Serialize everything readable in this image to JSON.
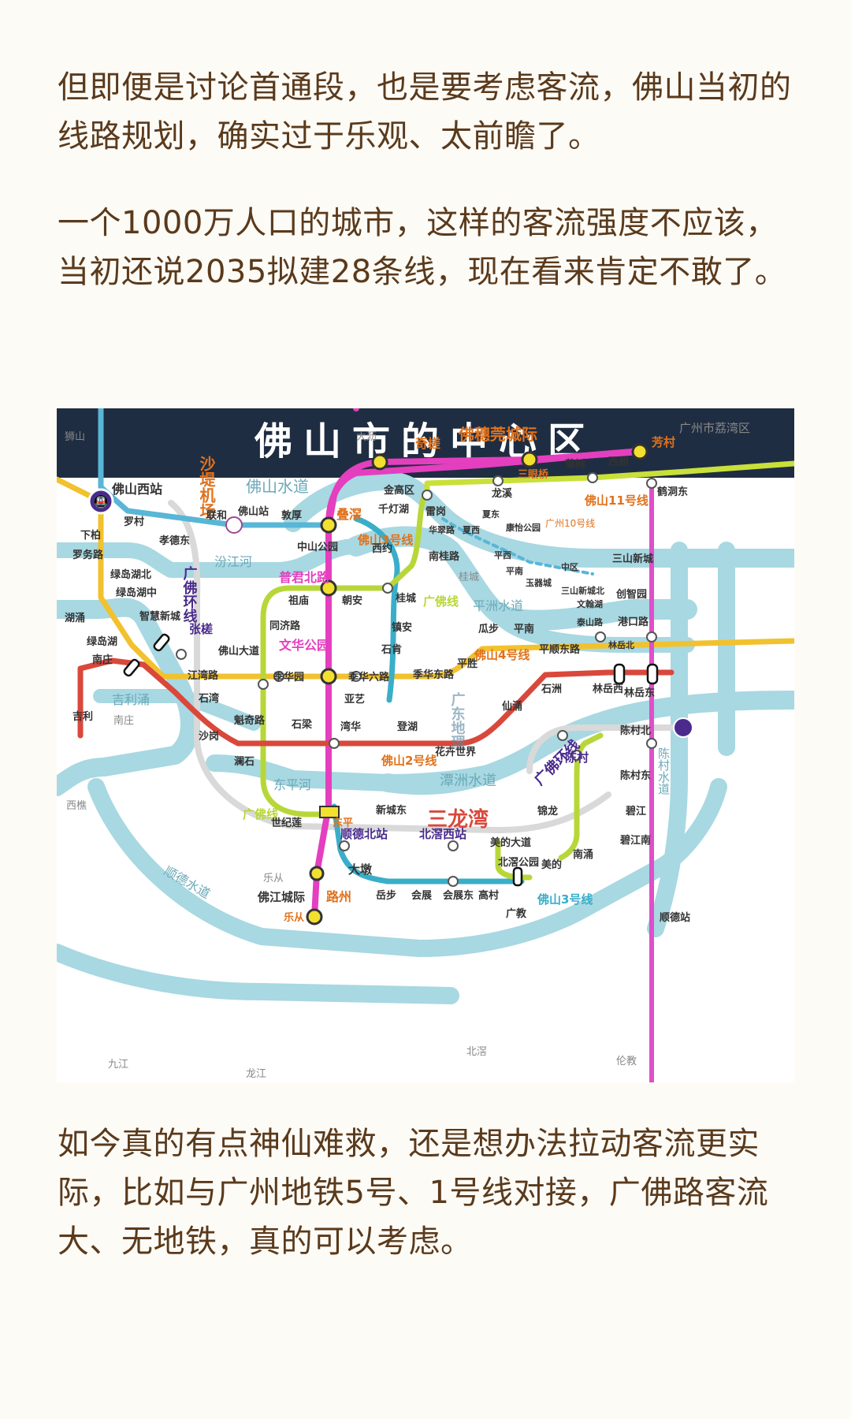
{
  "article": {
    "paragraph_1": "但即便是讨论首通段，也是要考虑客流，佛山当初的线路规划，确实过于乐观、太前瞻了。",
    "paragraph_2": "一个1000万人口的城市，这样的客流强度不应该，当初还说2035拟建28条线，现在看来肯定不敢了。",
    "paragraph_3": "如今真的有点神仙难救，还是想办法拉动客流更实际，比如与广州地铁5号、1号线对接，广佛路客流大、无地铁，真的可以考虑。"
  },
  "map": {
    "title": "佛山市的中心区",
    "colors": {
      "header": "#1f2d42",
      "water": "#a8d8e2",
      "foshan3": "#e43fbf",
      "guangfo": "#b7d739",
      "foshan2": "#d9483b",
      "foshan4": "#f2c12e",
      "guangfo_ring": "#3aaec9",
      "foshan11": "#c9e03a",
      "foshan1": "#58b6d6",
      "intercity": "#de4fc9",
      "line10": "#c59bd8",
      "region_text": "#888888",
      "water_text": "#6aa9b8",
      "label_orange": "#e0721c"
    },
    "line_labels": [
      {
        "id": "shadi",
        "text": "沙堤机场",
        "style": "orange"
      },
      {
        "id": "fs-water",
        "text": "佛山水道",
        "style": "water"
      },
      {
        "id": "fushui",
        "text": "佛穗莞城际",
        "style": "orange"
      },
      {
        "id": "fs11",
        "text": "佛山11号线",
        "style": "orange"
      },
      {
        "id": "gz10",
        "text": "广州10号线",
        "style": "orange-small"
      },
      {
        "id": "fs3a",
        "text": "佛山3号线",
        "style": "orange"
      },
      {
        "id": "fs3b",
        "text": "佛山3号线",
        "style": "orange"
      },
      {
        "id": "gfx1",
        "text": "广佛线",
        "style": "orange"
      },
      {
        "id": "gfx2",
        "text": "广佛线",
        "style": "orange"
      },
      {
        "id": "gfhx1",
        "text": "广佛环线",
        "style": "purple"
      },
      {
        "id": "gfhx2",
        "text": "广佛环线",
        "style": "purple"
      },
      {
        "id": "fs4",
        "text": "佛山4号线",
        "style": "orange"
      },
      {
        "id": "fs2",
        "text": "佛山2号线",
        "style": "orange"
      },
      {
        "id": "fengjiang",
        "text": "汾江河",
        "style": "water"
      },
      {
        "id": "pingzhou",
        "text": "平洲水道",
        "style": "water"
      },
      {
        "id": "tanzhou",
        "text": "潭洲水道",
        "style": "water"
      },
      {
        "id": "jiliyong",
        "text": "吉利涌",
        "style": "water"
      },
      {
        "id": "dongping",
        "text": "东平河",
        "style": "water"
      },
      {
        "id": "shunde-water",
        "text": "顺德水道",
        "style": "water"
      },
      {
        "id": "chencun-water",
        "text": "陈村水道",
        "style": "water"
      },
      {
        "id": "gd-geo",
        "text": "广东地理",
        "style": "watermark"
      },
      {
        "id": "slw",
        "text": "三龙湾",
        "style": "red-big"
      }
    ],
    "regions": [
      {
        "id": "shishan",
        "text": "狮山"
      },
      {
        "id": "dali",
        "text": "大沥"
      },
      {
        "id": "liwan",
        "text": "广州市荔湾区"
      },
      {
        "id": "guicheng",
        "text": "桂城"
      },
      {
        "id": "nanzhuang",
        "text": "南庄"
      },
      {
        "id": "xiqiao",
        "text": "西樵"
      },
      {
        "id": "lecong",
        "text": "乐从"
      },
      {
        "id": "jiujiang",
        "text": "九江"
      },
      {
        "id": "longjiang",
        "text": "龙江"
      },
      {
        "id": "beijiao",
        "text": "北滘"
      },
      {
        "id": "lunjiao",
        "text": "伦教"
      }
    ],
    "stations": [
      {
        "id": "fsxz",
        "text": "佛山西站"
      },
      {
        "id": "luocun",
        "text": "罗村"
      },
      {
        "id": "xiaode",
        "text": "孝德东"
      },
      {
        "id": "xiabai",
        "text": "下柏"
      },
      {
        "id": "luowu",
        "text": "罗务路"
      },
      {
        "id": "lianhe",
        "text": "联和"
      },
      {
        "id": "fsz",
        "text": "佛山站"
      },
      {
        "id": "dunhou",
        "text": "敦厚"
      },
      {
        "id": "zsgy",
        "text": "中山公园"
      },
      {
        "id": "diejiao",
        "text": "叠滘"
      },
      {
        "id": "qiqiao",
        "text": "奇槎"
      },
      {
        "id": "jinjian",
        "text": "金高区"
      },
      {
        "id": "qdh",
        "text": "千灯湖"
      },
      {
        "id": "leigang",
        "text": "雷岗"
      },
      {
        "id": "xiyue",
        "text": "西约"
      },
      {
        "id": "hcl",
        "text": "华翠路"
      },
      {
        "id": "xiaxi",
        "text": "夏西"
      },
      {
        "id": "xiadong",
        "text": "夏东"
      },
      {
        "id": "kygy",
        "text": "康怡公园"
      },
      {
        "id": "ngl",
        "text": "南桂路"
      },
      {
        "id": "pingxi",
        "text": "平西"
      },
      {
        "id": "pingnan1",
        "text": "平南"
      },
      {
        "id": "yqc",
        "text": "玉器城"
      },
      {
        "id": "zq",
        "text": "中区"
      },
      {
        "id": "ssxcb",
        "text": "三山新城北"
      },
      {
        "id": "whl",
        "text": "文翰湖"
      },
      {
        "id": "tsl",
        "text": "泰山路"
      },
      {
        "id": "longxi",
        "text": "龙溪"
      },
      {
        "id": "sanyan",
        "text": "三眼桥"
      },
      {
        "id": "jushu",
        "text": "菊树"
      },
      {
        "id": "xilang",
        "text": "西朗"
      },
      {
        "id": "fangcun",
        "text": "芳村"
      },
      {
        "id": "hedong",
        "text": "鹤洞东"
      },
      {
        "id": "ssxc",
        "text": "三山新城"
      },
      {
        "id": "czy",
        "text": "创智园"
      },
      {
        "id": "gkl",
        "text": "港口路"
      },
      {
        "id": "lyb",
        "text": "林岳北"
      },
      {
        "id": "lyx",
        "text": "林岳西"
      },
      {
        "id": "lyd",
        "text": "林岳东"
      },
      {
        "id": "guabu",
        "text": "瓜步"
      },
      {
        "id": "pingnan2",
        "text": "平南"
      },
      {
        "id": "psdl",
        "text": "平顺东路"
      },
      {
        "id": "pingsheng",
        "text": "平胜"
      },
      {
        "id": "pjbl",
        "text": "普君北路"
      },
      {
        "id": "zumiao",
        "text": "祖庙"
      },
      {
        "id": "chaoan",
        "text": "朝安"
      },
      {
        "id": "guicheng-st",
        "text": "桂城"
      },
      {
        "id": "zhenan",
        "text": "镇安"
      },
      {
        "id": "shixiao",
        "text": "石肯"
      },
      {
        "id": "tongji",
        "text": "同济路"
      },
      {
        "id": "wfgy",
        "text": "文华公园"
      },
      {
        "id": "fsdd",
        "text": "佛山大道"
      },
      {
        "id": "jjy",
        "text": "季华园"
      },
      {
        "id": "jh6",
        "text": "季华六路"
      },
      {
        "id": "jsdl",
        "text": "季华东路"
      },
      {
        "id": "yayi",
        "text": "亚艺"
      },
      {
        "id": "ldhb",
        "text": "绿岛湖北"
      },
      {
        "id": "ldhz",
        "text": "绿岛湖中"
      },
      {
        "id": "zhxc",
        "text": "智慧新城"
      },
      {
        "id": "zhangcha",
        "text": "张槎"
      },
      {
        "id": "hucong",
        "text": "湖涌"
      },
      {
        "id": "ldh",
        "text": "绿岛湖"
      },
      {
        "id": "nanzhuang-st",
        "text": "南庄"
      },
      {
        "id": "jnl",
        "text": "江湾路"
      },
      {
        "id": "shiwan",
        "text": "石湾"
      },
      {
        "id": "jili",
        "text": "吉利"
      },
      {
        "id": "kql",
        "text": "魁奇路"
      },
      {
        "id": "shagang",
        "text": "沙岗"
      },
      {
        "id": "shiliang",
        "text": "石梁"
      },
      {
        "id": "wanhua",
        "text": "湾华"
      },
      {
        "id": "denghu",
        "text": "登湖"
      },
      {
        "id": "hqsj",
        "text": "花卉世界"
      },
      {
        "id": "xianyong",
        "text": "仙涌"
      },
      {
        "id": "shizhou",
        "text": "石洲"
      },
      {
        "id": "lanshi",
        "text": "澜石"
      },
      {
        "id": "ccb",
        "text": "陈村北"
      },
      {
        "id": "ccd",
        "text": "陈村东"
      },
      {
        "id": "chencun",
        "text": "陈村"
      },
      {
        "id": "bijiang",
        "text": "碧江"
      },
      {
        "id": "bjn",
        "text": "碧江南"
      },
      {
        "id": "jinlong",
        "text": "锦龙"
      },
      {
        "id": "nanyong",
        "text": "南涌"
      },
      {
        "id": "mddd",
        "text": "美的大道"
      },
      {
        "id": "bjgy",
        "text": "北滘公园"
      },
      {
        "id": "meide",
        "text": "美的"
      },
      {
        "id": "dongping-st",
        "text": "东平"
      },
      {
        "id": "xcd",
        "text": "新城东"
      },
      {
        "id": "sjl",
        "text": "世纪莲"
      },
      {
        "id": "sdbz",
        "text": "顺德北站"
      },
      {
        "id": "bjxz",
        "text": "北滘西站"
      },
      {
        "id": "dadun",
        "text": "大墩"
      },
      {
        "id": "yuebu",
        "text": "岳步"
      },
      {
        "id": "huizhan",
        "text": "会展"
      },
      {
        "id": "hzd",
        "text": "会展东"
      },
      {
        "id": "gaocun",
        "text": "高村"
      },
      {
        "id": "guangjiao",
        "text": "广教"
      },
      {
        "id": "fjcj",
        "text": "佛江城际"
      },
      {
        "id": "luzhou",
        "text": "路州"
      },
      {
        "id": "lecong-st",
        "text": "乐从"
      },
      {
        "id": "sdz",
        "text": "顺德站"
      }
    ]
  }
}
